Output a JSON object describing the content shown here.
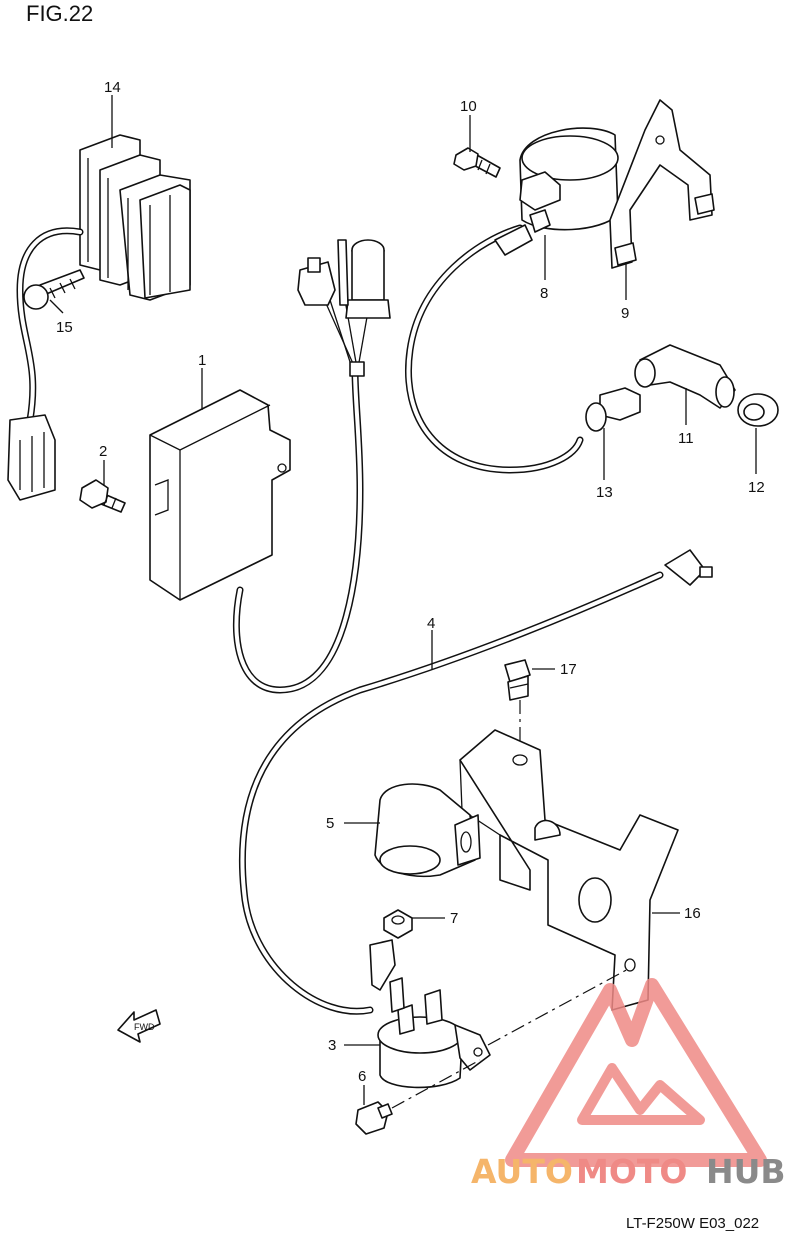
{
  "figure": {
    "title": "FIG.22",
    "code": "LT-F250W E03_022"
  },
  "fwd_label": "FWD",
  "watermark": {
    "text_a": "AUTO",
    "text_b": "MOTO",
    "text_c": "HUB",
    "color_orange": "#f5b56a",
    "color_red": "#ef8a86",
    "color_gray": "#8a8a8a"
  },
  "callouts": {
    "c1": "1",
    "c2": "2",
    "c3": "3",
    "c4": "4",
    "c5": "5",
    "c6": "6",
    "c7": "7",
    "c8": "8",
    "c9": "9",
    "c10": "10",
    "c11": "11",
    "c12": "12",
    "c13": "13",
    "c14": "14",
    "c15": "15",
    "c16": "16",
    "c17": "17"
  }
}
